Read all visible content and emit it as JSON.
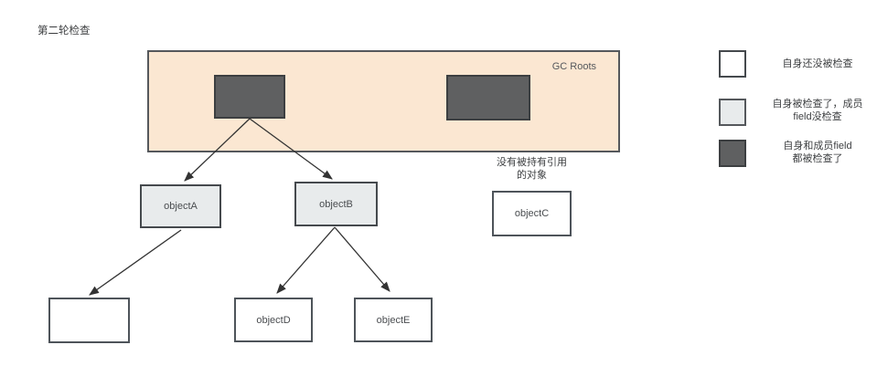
{
  "title": "第二轮检查",
  "diagram": {
    "gc_roots_label": "GC Roots",
    "note": {
      "line1": "没有被持有引用",
      "line2": "的对象"
    },
    "nodes": {
      "objectA": "objectA",
      "objectB": "objectB",
      "objectC": "objectC",
      "objectD": "objectD",
      "objectE": "objectE",
      "unlabeled": ""
    }
  },
  "legend": {
    "items": [
      {
        "state": "unchecked",
        "color": "#ffffff",
        "line1": "自身还没被检查",
        "line2": ""
      },
      {
        "state": "self-checked-fields-unchecked",
        "color": "#e8ebec",
        "line1": "自身被检查了，成员",
        "line2": "field没检查"
      },
      {
        "state": "self-and-fields-checked",
        "color": "#5f6061",
        "line1": "自身和成员field",
        "line2": "都被检查了"
      }
    ]
  },
  "colors": {
    "gc_roots_fill": "#fbe7d2",
    "gc_roots_border": "#55585c",
    "dark_fill": "#5f6061",
    "checked_fill": "#e8ebec",
    "unchecked_fill": "#ffffff",
    "node_border": "#4e545a",
    "arrow": "#333333",
    "text": "#3d3f41"
  }
}
